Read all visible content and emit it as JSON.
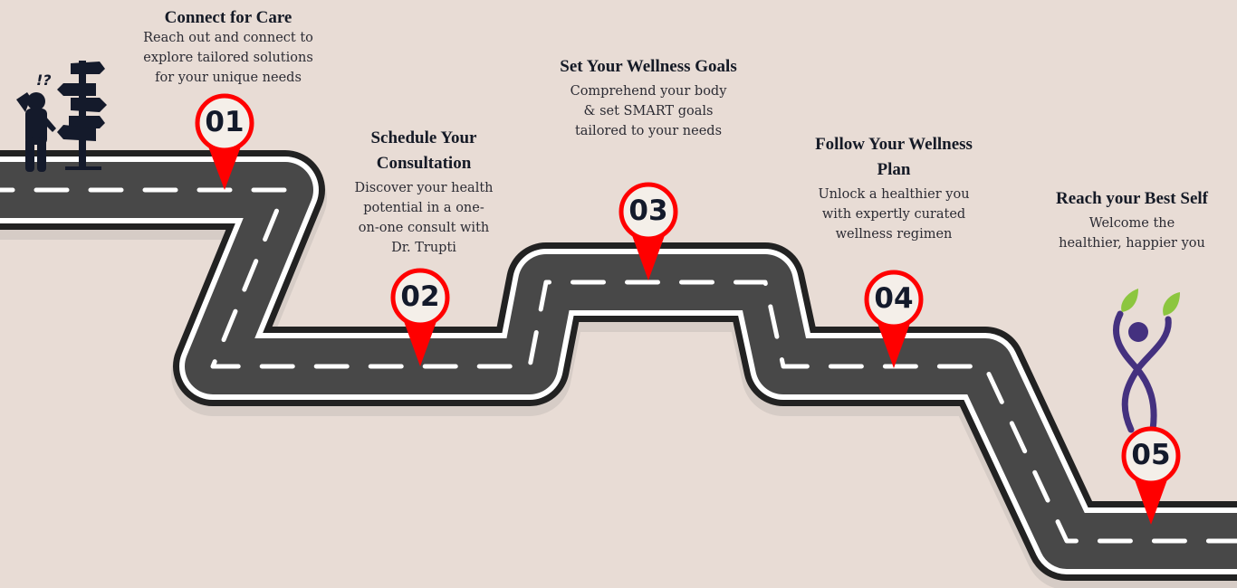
{
  "steps": [
    {
      "number": "01",
      "title": "Connect for Care",
      "body": [
        "Reach out and connect to",
        "explore tailored solutions",
        "for your unique needs"
      ]
    },
    {
      "number": "02",
      "title": "Schedule Your Consultation",
      "body": [
        "Discover your health",
        "potential in a one-",
        "on-one consult with",
        "Dr. Trupti"
      ]
    },
    {
      "number": "03",
      "title": "Set Your Wellness Goals",
      "body": [
        "Comprehend your body",
        "& set SMART goals",
        "tailored to your needs"
      ]
    },
    {
      "number": "04",
      "title": "Follow Your Wellness Plan",
      "body": [
        "Unlock a healthier you",
        "with expertly curated",
        "wellness regimen"
      ]
    },
    {
      "number": "05",
      "title": "Reach your Best Self",
      "body": [
        "Welcome the",
        "healthier, happier you"
      ]
    }
  ],
  "confused_person_marks": "!?",
  "colors": {
    "background": "#e8dcd5",
    "road": "#484848",
    "road_edge": "#222222",
    "pin": "#ff0000",
    "figure": "#141a2b",
    "wellness_figure": "#44317f",
    "leaf": "#8cc63f"
  }
}
